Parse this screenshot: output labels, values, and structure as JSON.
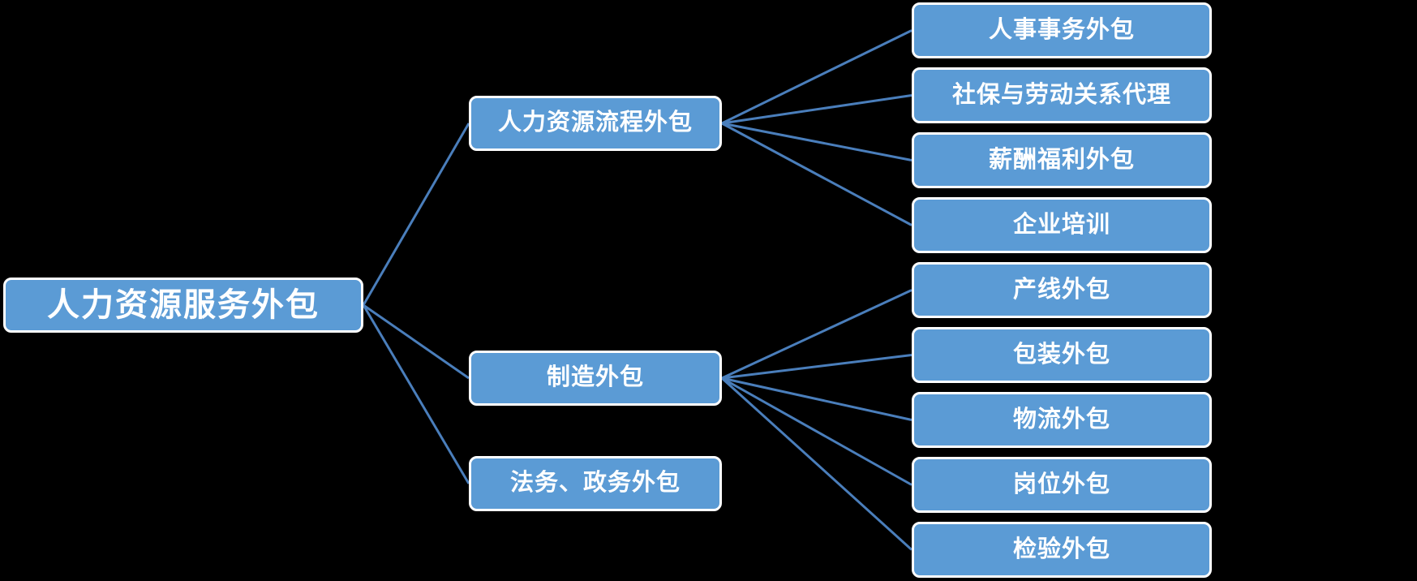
{
  "diagram": {
    "background_color": "#000000",
    "node_fill_color": "#5B9BD5",
    "node_border_color": "#FFFFFF",
    "node_text_color": "#FFFFFF",
    "connector_color": "#4A7EBB",
    "root": {
      "label": "人力资源服务外包"
    },
    "branches": [
      {
        "label": "人力资源流程外包",
        "children": [
          {
            "label": "人事事务外包"
          },
          {
            "label": "社保与劳动关系代理"
          },
          {
            "label": "薪酬福利外包"
          },
          {
            "label": "企业培训"
          }
        ]
      },
      {
        "label": "制造外包",
        "children": [
          {
            "label": "产线外包"
          },
          {
            "label": "包装外包"
          },
          {
            "label": "物流外包"
          },
          {
            "label": "岗位外包"
          },
          {
            "label": "检验外包"
          }
        ]
      },
      {
        "label": "法务、政务外包",
        "children": []
      }
    ]
  }
}
